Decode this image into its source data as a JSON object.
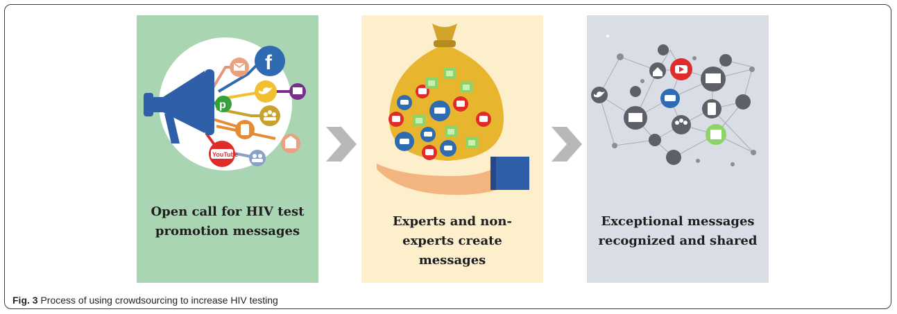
{
  "steps": [
    {
      "label": "Open call for HIV test promotion messages",
      "line1": "Open call for HIV test",
      "line2": "promotion messages",
      "color": "#a9d5b3"
    },
    {
      "label": "Experts and non-experts create messages",
      "line1": "Experts and non-",
      "line2": "experts create messages",
      "color": "#fdefcb"
    },
    {
      "label": "Exceptional messages recognized and shared",
      "line1": "Exceptional messages",
      "line2": "recognized and shared",
      "color": "#d9dde5"
    }
  ],
  "caption": {
    "number": "Fig. 3",
    "text": "Process of using crowdsourcing to increase HIV testing"
  },
  "icons": {
    "step1": [
      "megaphone-icon",
      "mail-icon",
      "facebook-icon",
      "twitter-icon",
      "monitor-icon",
      "pinterest-icon",
      "group-icon",
      "tablet-icon",
      "youtube-icon",
      "users-icon",
      "email-open-icon"
    ],
    "step2": [
      "money-bag-icon",
      "chat-bubble-icon",
      "video-icon",
      "image-icon",
      "hand-icon"
    ],
    "step3": [
      "network-icon",
      "twitter-icon",
      "youtube-icon",
      "monitor-icon",
      "chat-icon",
      "phone-icon",
      "image-icon",
      "home-icon",
      "rss-icon",
      "group-icon"
    ]
  },
  "accent_colors": {
    "arrow": "#b8b8b8",
    "frame": "#3a3a3a"
  }
}
